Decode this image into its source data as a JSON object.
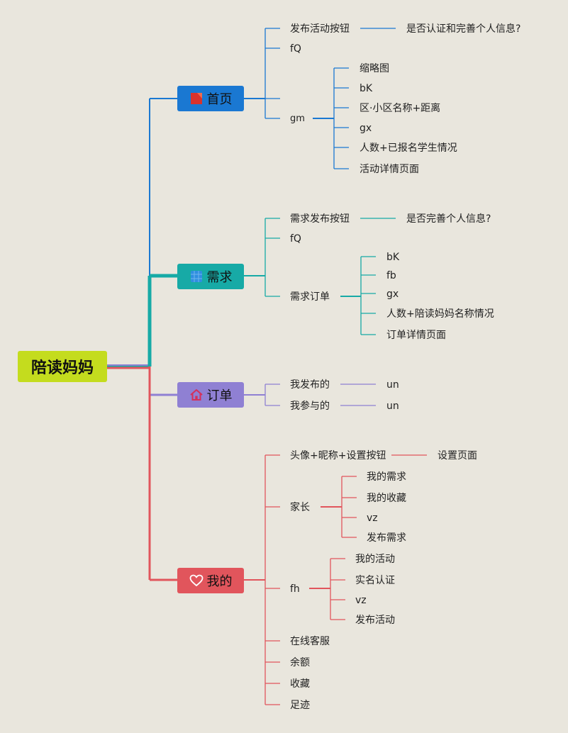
{
  "mindmap": {
    "root": "陪读妈妈",
    "branches": {
      "home": {
        "label": "首页",
        "icon": "flag-icon",
        "color": "#1a78d2",
        "items": [
          "发布活动按钮",
          "fQ",
          "gm"
        ],
        "publish_note": "是否认证和完善个人信息?",
        "gm_items": [
          "缩略图",
          "bK",
          "区·小区名称+距离",
          "gx",
          "人数+已报名学生情况",
          "活动详情页面"
        ]
      },
      "need": {
        "label": "需求",
        "icon": "grid-icon",
        "color": "#17aaa6",
        "items": [
          "需求发布按钮",
          "fQ",
          "需求订单"
        ],
        "publish_note": "是否完善个人信息?",
        "order_items": [
          "bK",
          "fb",
          "gx",
          "人数+陪读妈妈名称情况",
          "订单详情页面"
        ]
      },
      "order": {
        "label": "订单",
        "icon": "home-icon",
        "color": "#8f80d3",
        "items": [
          "我发布的",
          "我参与的"
        ],
        "values": [
          "un",
          "un"
        ]
      },
      "me": {
        "label": "我的",
        "icon": "heart-icon",
        "color": "#e1555c",
        "items": [
          "头像+昵称+设置按钮",
          "家长",
          "fh",
          "在线客服",
          "余额",
          "收藏",
          "足迹"
        ],
        "settings_note": "设置页面",
        "parent_items": [
          "我的需求",
          "我的收藏",
          "vz",
          "发布需求"
        ],
        "fh_items": [
          "我的活动",
          "实名认证",
          "vz",
          "发布活动"
        ]
      }
    }
  }
}
